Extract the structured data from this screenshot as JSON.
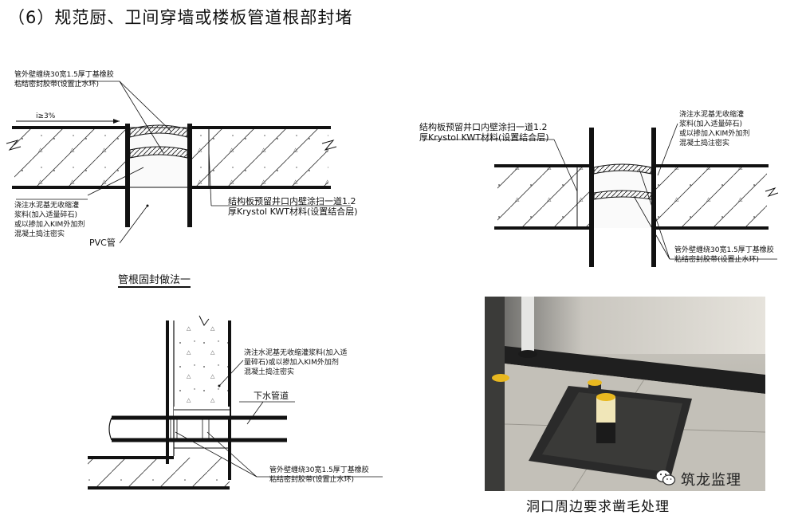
{
  "title": "（6）规范厨、卫间穿墙或楼板管道根部封堵",
  "detail_one": {
    "caption": "管根固封做法一",
    "tape_note": [
      "管外壁缠绕30宽1.5厚丁基橡胶",
      "粘结密封胶带(设置止水环)"
    ],
    "slope": "i≥3%",
    "grout_note": [
      "浇注水泥基无收缩灌",
      "浆料(加入适量碎石)",
      "或以掺加入KIM外加剂",
      "混凝土捣注密实"
    ],
    "pipe_label": "PVC管",
    "krystol_note": [
      "结构板预留井口内壁涂扫一道1.2",
      "厚Krystol KWT材料(设置结合层)"
    ]
  },
  "detail_two": {
    "krystol_note": [
      "结构板预留井口内壁涂扫一道1.2",
      "厚Krystol KWT材料(设置结合层)"
    ],
    "grout_note": [
      "浇注水泥基无收缩灌",
      "浆料(加入适量碎石)",
      "或以掺加入KIM外加剂",
      "混凝土捣注密实"
    ],
    "tape_note": [
      "管外壁缠绕30宽1.5厚丁基橡胶",
      "粘结密封胶带(设置止水环)"
    ]
  },
  "detail_three": {
    "grout_note": [
      "浇注水泥基无收缩灌浆料(加入适",
      "量碎石)或以掺加入KIM外加剂",
      "混凝土捣注密实"
    ],
    "pipe_label": "下水管道",
    "tape_note": [
      "管外壁缠绕30宽1.5厚丁基橡胶",
      "粘结密封胶带(设置止水环)"
    ]
  },
  "photo": {
    "caption": "洞口周边要求凿毛处理"
  },
  "watermark": {
    "text": "筑龙监理",
    "icon": "wechat-icon"
  },
  "colors": {
    "line": "#111111",
    "concrete": "#f7f7f7",
    "photo_wall": "#d9d6cf",
    "photo_floor": "#bfbcb5",
    "membrane": "#1f1f1f",
    "pipe_cap": "#e8b820"
  }
}
